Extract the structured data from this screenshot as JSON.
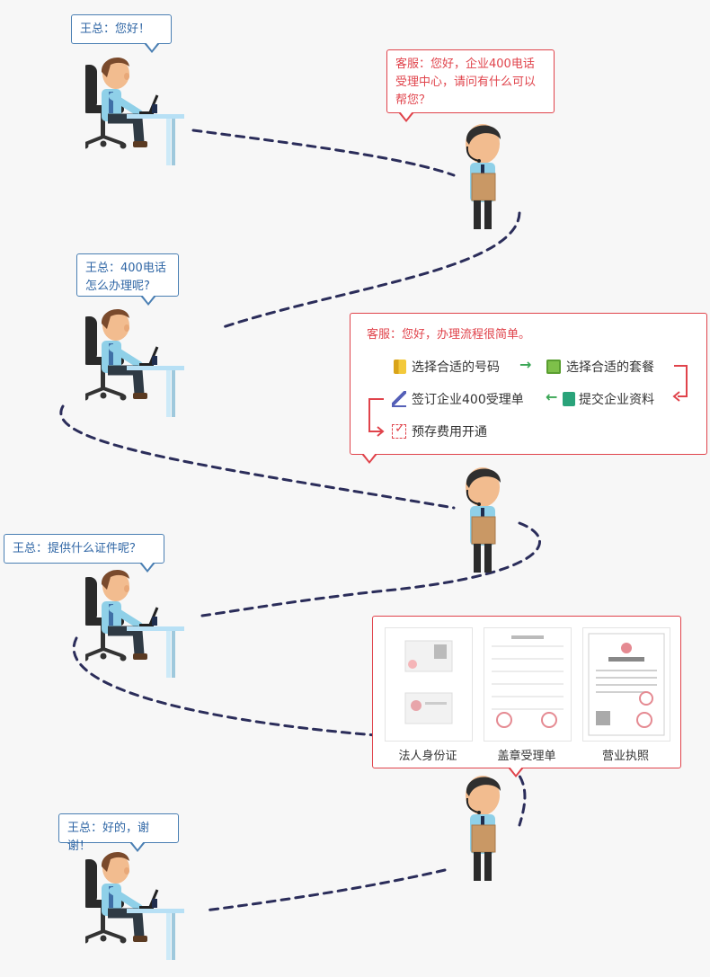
{
  "conversation": {
    "boss_1": "王总：您好！",
    "service_1": "客服：您好，企业400电话受理中心，请问有什么可以帮您？",
    "boss_2_line1": "王总：400电话",
    "boss_2_line2": "怎么办理呢?",
    "service_2_title": "客服：您好，办理流程很简单。",
    "boss_3": "王总：提供什么证件呢？",
    "boss_4": "王总：好的，谢谢！"
  },
  "process_steps": {
    "step_1": "选择合适的号码",
    "step_2": "选择合适的套餐",
    "step_3": "提交企业资料",
    "step_4": "签订企业400受理单",
    "step_5": "预存费用开通"
  },
  "documents": {
    "doc_1": "法人身份证",
    "doc_2": "盖章受理单",
    "doc_3": "营业执照"
  },
  "colors": {
    "boss_accent": "#4a7fb3",
    "service_accent": "#e0434b",
    "path_line": "#2b2d5a",
    "green_arrow": "#3aa655",
    "red_arrow": "#e0434b"
  }
}
